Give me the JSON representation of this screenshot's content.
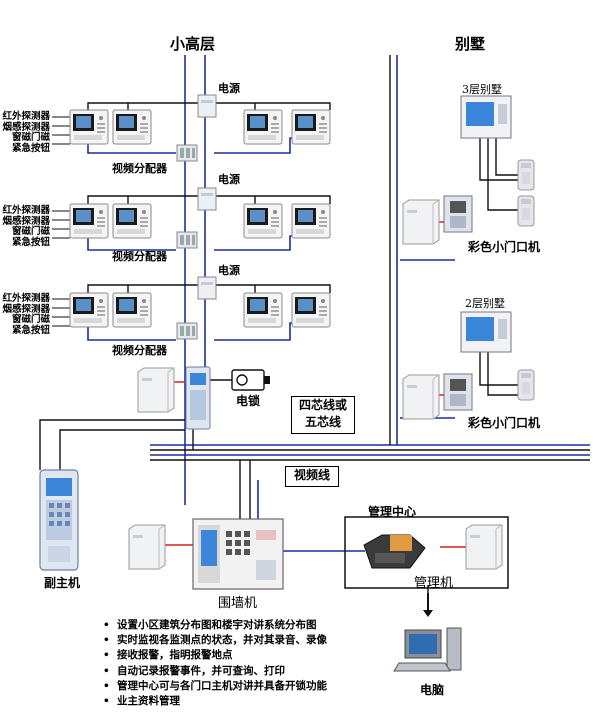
{
  "headers": {
    "low_rise": "小高层",
    "villa": "别墅"
  },
  "floors": [
    {
      "sensors": [
        "红外探测器",
        "烟感探测器",
        "窗磁门磁",
        "紧急按钮"
      ],
      "power": "电源",
      "distributor": "视频分配器"
    },
    {
      "sensors": [
        "红外探测器",
        "烟感探测器",
        "窗磁门磁",
        "紧急按钮"
      ],
      "power": "电源",
      "distributor": "视频分配器"
    },
    {
      "sensors": [
        "红外探测器",
        "烟感探测器",
        "窗磁门磁",
        "紧急按钮"
      ],
      "power": "电源",
      "distributor": "视频分配器"
    }
  ],
  "labels": {
    "lock": "电锁",
    "four_five_core": [
      "四芯线或",
      "五芯线"
    ],
    "video_line": "视频线",
    "sub_host": "副主机",
    "wall_unit": "围墙机",
    "management_center": "管理中心",
    "manager_unit": "管理机",
    "computer": "电脑",
    "villa_3f": "3层别墅",
    "villa_2f": "2层别墅",
    "gate_unit_3f": "彩色小门口机",
    "gate_unit_2f": "彩色小门口机"
  },
  "features": [
    "设置小区建筑分布图和楼宇对讲系统分布图",
    "实时监视各监测点的状态，并对其录音、录像",
    "接收报警，指明报警地点",
    "自动记录报警事件，并可查询、打印",
    "管理中心可与各门口主机对讲并具备开锁功能",
    "业主资料管理"
  ],
  "colors": {
    "bus_blue": "#1a2fa0",
    "wire_black": "#111111",
    "alarm_red": "#d42020",
    "screen_blue": "#3b86d8"
  }
}
